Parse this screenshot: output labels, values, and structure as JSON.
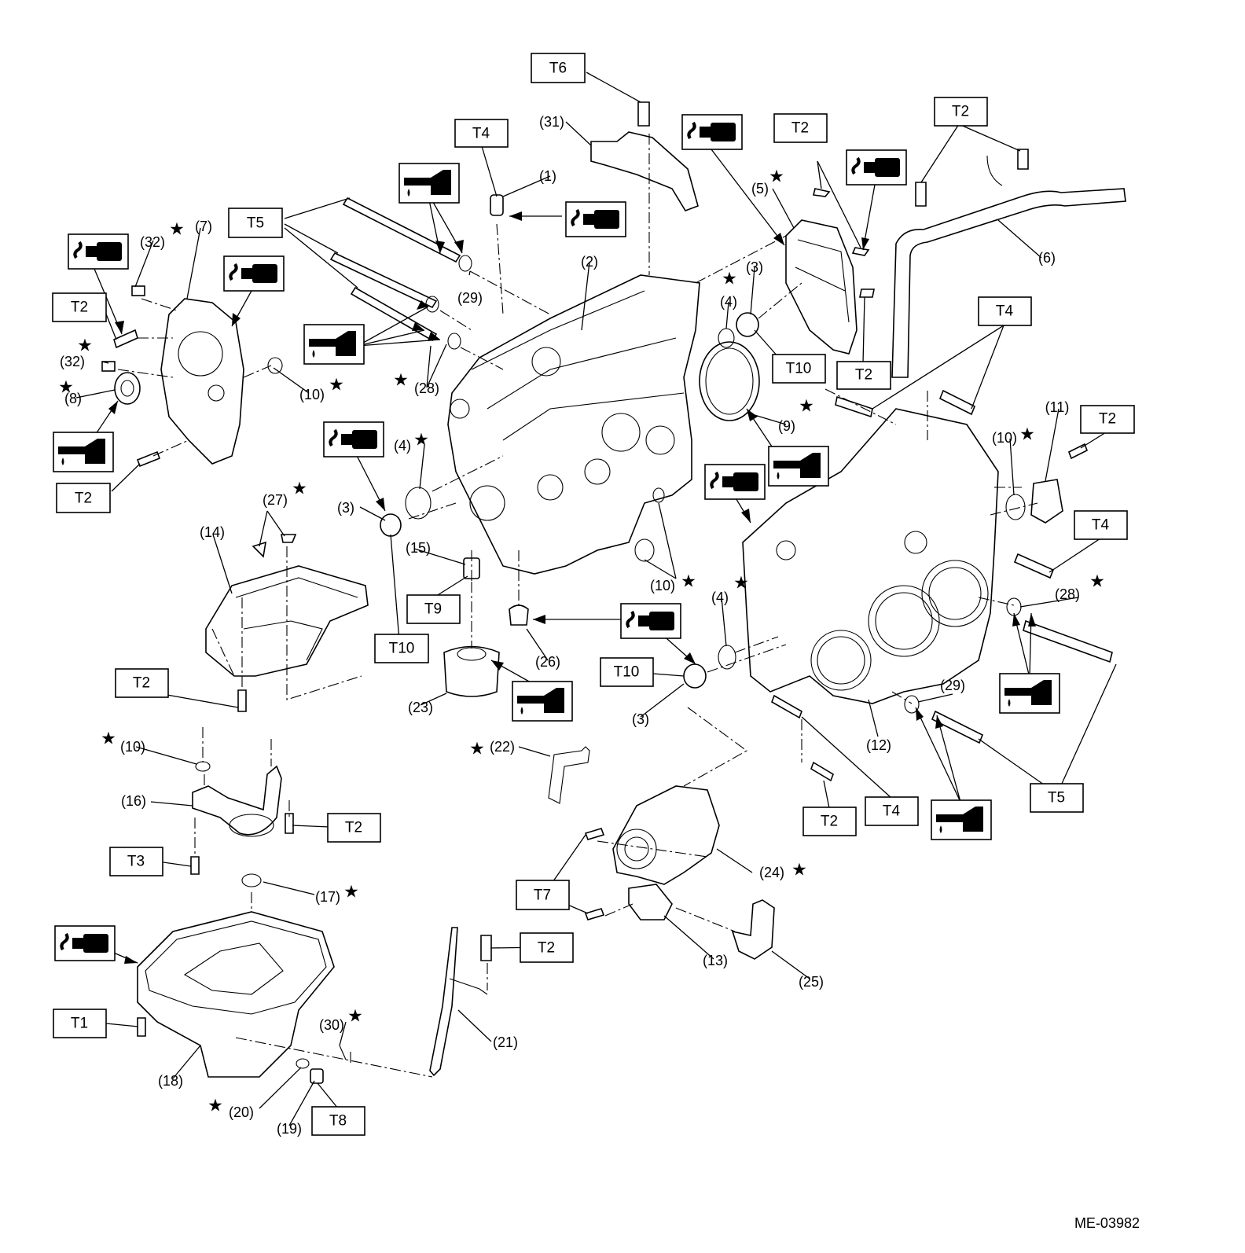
{
  "diagram_code": "ME-03982",
  "torque_boxes": [
    {
      "id": "t6",
      "label": "T6"
    },
    {
      "id": "t4a",
      "label": "T4"
    },
    {
      "id": "t5a",
      "label": "T5"
    },
    {
      "id": "t2a",
      "label": "T2"
    },
    {
      "id": "t2b",
      "label": "T2"
    },
    {
      "id": "t2c",
      "label": "T2"
    },
    {
      "id": "t2d",
      "label": "T2"
    },
    {
      "id": "t10a",
      "label": "T10"
    },
    {
      "id": "t2e",
      "label": "T2"
    },
    {
      "id": "t4b",
      "label": "T4"
    },
    {
      "id": "t2f",
      "label": "T2"
    },
    {
      "id": "t4c",
      "label": "T4"
    },
    {
      "id": "t10b",
      "label": "T10"
    },
    {
      "id": "t9",
      "label": "T9"
    },
    {
      "id": "t10c",
      "label": "T10"
    },
    {
      "id": "t2g",
      "label": "T2"
    },
    {
      "id": "t2h",
      "label": "T2"
    },
    {
      "id": "t3",
      "label": "T3"
    },
    {
      "id": "t7",
      "label": "T7"
    },
    {
      "id": "t2i",
      "label": "T2"
    },
    {
      "id": "t1",
      "label": "T1"
    },
    {
      "id": "t8",
      "label": "T8"
    },
    {
      "id": "t2j",
      "label": "T2"
    },
    {
      "id": "t4d",
      "label": "T4"
    },
    {
      "id": "t5b",
      "label": "T5"
    }
  ],
  "callouts": [
    {
      "id": "c1",
      "label": "(1)"
    },
    {
      "id": "c2",
      "label": "(2)"
    },
    {
      "id": "c3a",
      "label": "(3)"
    },
    {
      "id": "c3b",
      "label": "(3)"
    },
    {
      "id": "c3c",
      "label": "(3)"
    },
    {
      "id": "c4a",
      "label": "(4)"
    },
    {
      "id": "c4b",
      "label": "(4)"
    },
    {
      "id": "c4c",
      "label": "(4)"
    },
    {
      "id": "c5",
      "label": "(5)"
    },
    {
      "id": "c6",
      "label": "(6)"
    },
    {
      "id": "c7",
      "label": "(7)"
    },
    {
      "id": "c8",
      "label": "(8)"
    },
    {
      "id": "c9",
      "label": "(9)"
    },
    {
      "id": "c10a",
      "label": "(10)"
    },
    {
      "id": "c10b",
      "label": "(10)"
    },
    {
      "id": "c10c",
      "label": "(10)"
    },
    {
      "id": "c10d",
      "label": "(10)"
    },
    {
      "id": "c11",
      "label": "(11)"
    },
    {
      "id": "c12",
      "label": "(12)"
    },
    {
      "id": "c13",
      "label": "(13)"
    },
    {
      "id": "c14",
      "label": "(14)"
    },
    {
      "id": "c15",
      "label": "(15)"
    },
    {
      "id": "c16",
      "label": "(16)"
    },
    {
      "id": "c17",
      "label": "(17)"
    },
    {
      "id": "c18",
      "label": "(18)"
    },
    {
      "id": "c19",
      "label": "(19)"
    },
    {
      "id": "c20",
      "label": "(20)"
    },
    {
      "id": "c21",
      "label": "(21)"
    },
    {
      "id": "c22",
      "label": "(22)"
    },
    {
      "id": "c23",
      "label": "(23)"
    },
    {
      "id": "c24",
      "label": "(24)"
    },
    {
      "id": "c25",
      "label": "(25)"
    },
    {
      "id": "c26",
      "label": "(26)"
    },
    {
      "id": "c27",
      "label": "(27)"
    },
    {
      "id": "c28a",
      "label": "(28)"
    },
    {
      "id": "c28b",
      "label": "(28)"
    },
    {
      "id": "c29a",
      "label": "(29)"
    },
    {
      "id": "c29b",
      "label": "(29)"
    },
    {
      "id": "c30",
      "label": "(30)"
    },
    {
      "id": "c31",
      "label": "(31)"
    },
    {
      "id": "c32a",
      "label": "(32)"
    },
    {
      "id": "c32b",
      "label": "(32)"
    }
  ],
  "symbol_legend": {
    "star": "★",
    "sealant_icon": "liquid-gasket-icon",
    "oil_icon": "engine-oil-icon"
  }
}
